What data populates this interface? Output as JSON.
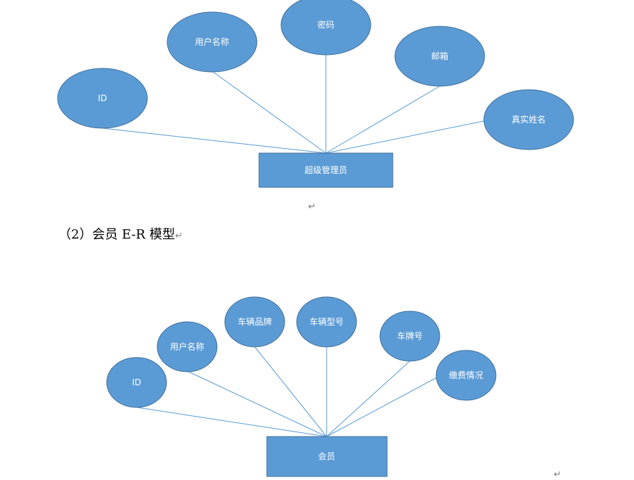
{
  "diagram1": {
    "entity": "超级管理员",
    "attributes": [
      "ID",
      "用户名称",
      "密码",
      "邮箱",
      "真实姓名"
    ]
  },
  "section_title": "（2）会员 E-R 模型",
  "return_symbol": "↵",
  "diagram2": {
    "entity": "会员",
    "attributes": [
      "ID",
      "用户名称",
      "车辆品牌",
      "车辆型号",
      "车牌号",
      "缴费情况"
    ]
  },
  "colors": {
    "shape_fill": "#5b9bd5",
    "shape_stroke": "#41719c",
    "text": "#ffffff"
  }
}
